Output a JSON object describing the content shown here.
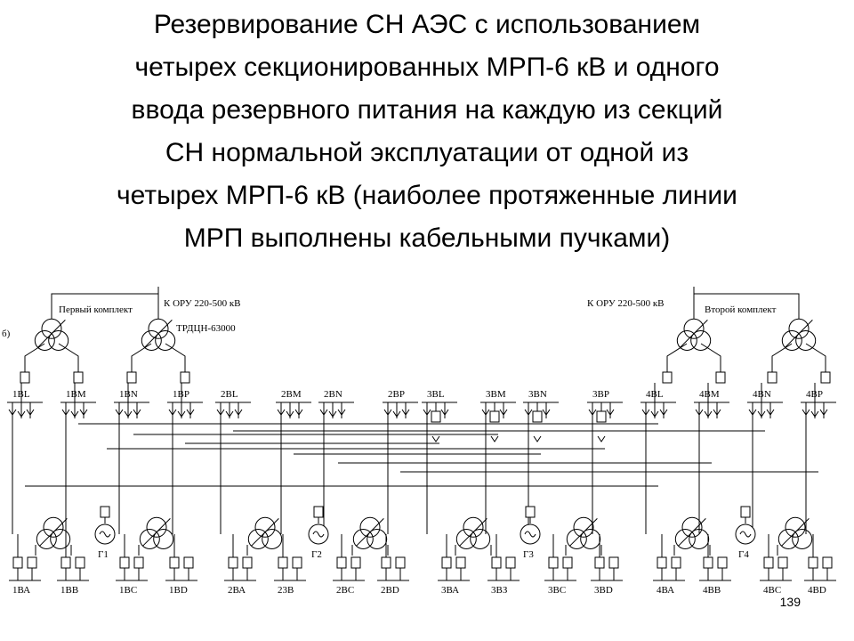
{
  "slide": {
    "title_lines": [
      "Резервирование СН АЭС с использованием",
      "четырех секционированных МРП-6 кВ и одного",
      "ввода резервного питания на каждую из секций",
      "СН нормальной эксплуатации от одной из",
      "четырех МРП-6 кВ (наиболее протяженные линии",
      "МРП выполнены кабельными пучками)"
    ],
    "page_number": "139"
  },
  "diagram": {
    "top_left": {
      "set_label": "Первый комплект",
      "oru_label": "К ОРУ 220-500 кВ",
      "transformer_label": "ТРДЦН-63000",
      "side_mark": "б)"
    },
    "top_right": {
      "set_label": "Второй комплект",
      "oru_label": "К ОРУ 220-500 кВ"
    },
    "reserve_buses": [
      "1BL",
      "1BM",
      "1BN",
      "1BP",
      "2BL",
      "2BM",
      "2BN",
      "2BP",
      "3BL",
      "3BM",
      "3BN",
      "3BP",
      "4BL",
      "4BM",
      "4BN",
      "4BP"
    ],
    "generators": [
      "Г1",
      "Г2",
      "Г3",
      "Г4"
    ],
    "unit_sections": [
      "1ВА",
      "1ВВ",
      "1ВС",
      "1BD",
      "2ВА",
      "23В",
      "2ВС",
      "2BD",
      "3ВА",
      "3ВЗ",
      "3ВС",
      "3BD",
      "4ВА",
      "4ВВ",
      "4ВС",
      "4BD"
    ]
  }
}
